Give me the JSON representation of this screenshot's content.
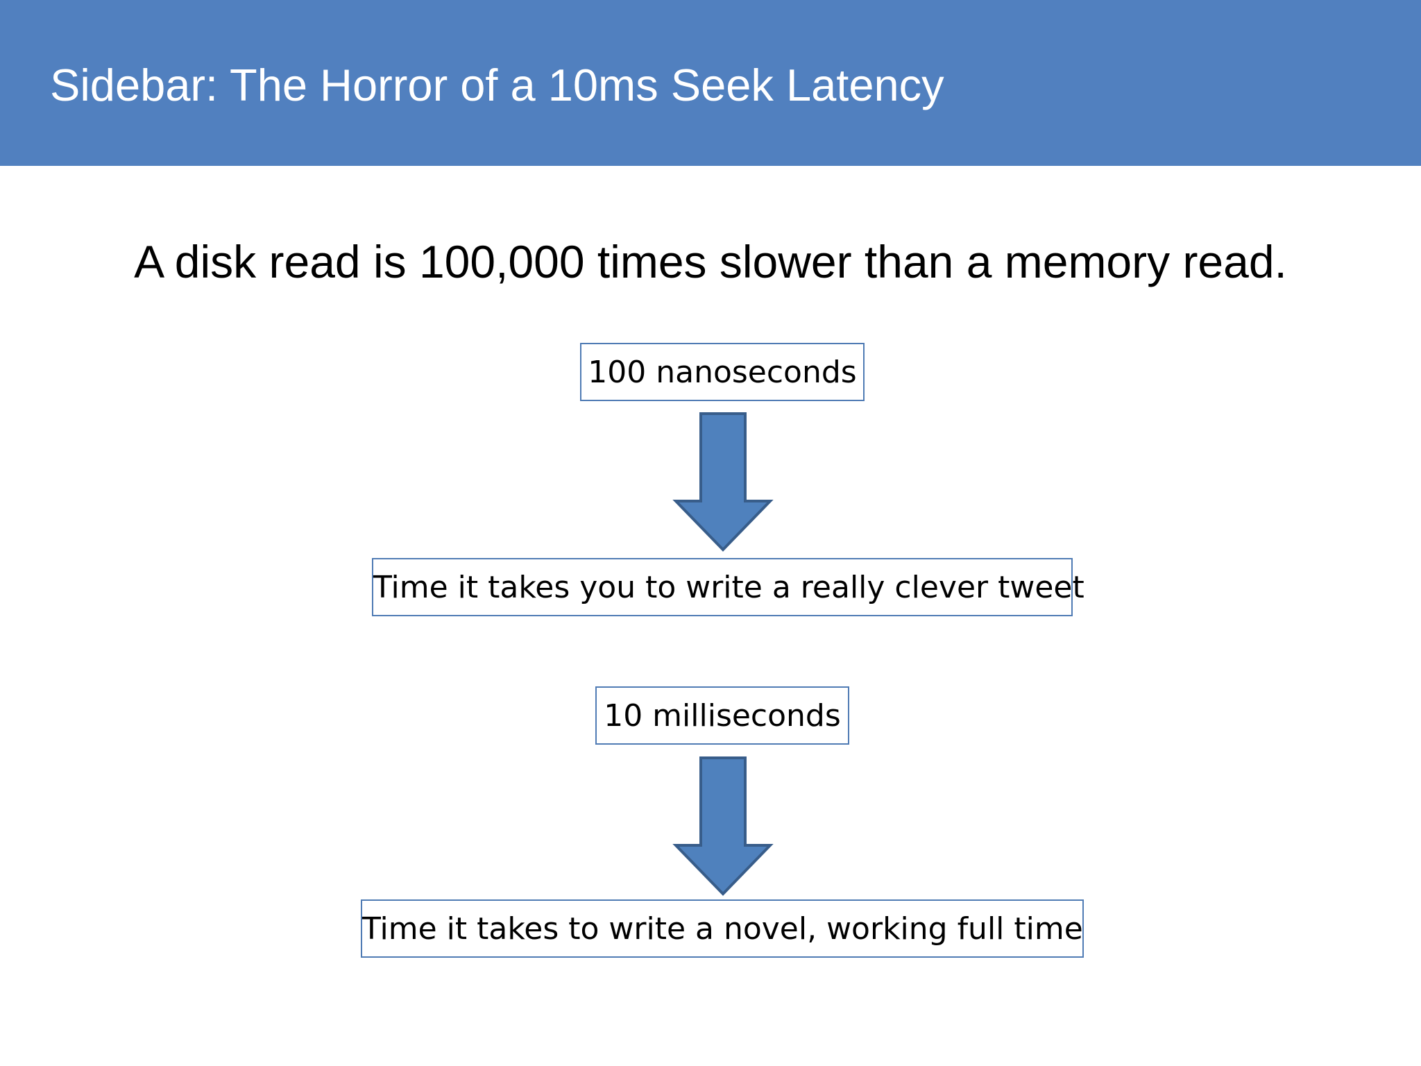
{
  "slide": {
    "title": "Sidebar: The Horror of a 10ms Seek Latency",
    "subtitle": "A disk read is 100,000 times slower than a memory read."
  },
  "diagram": {
    "boxes": [
      "100 nanoseconds",
      "Time it takes you to write a really clever tweet",
      "10 milliseconds",
      "Time it takes to write a novel, working full time"
    ]
  },
  "colors": {
    "title_bar": "#5180bf",
    "box_border": "#4f7bb4",
    "arrow_fill": "#4f81bd",
    "arrow_stroke": "#385d8a"
  }
}
